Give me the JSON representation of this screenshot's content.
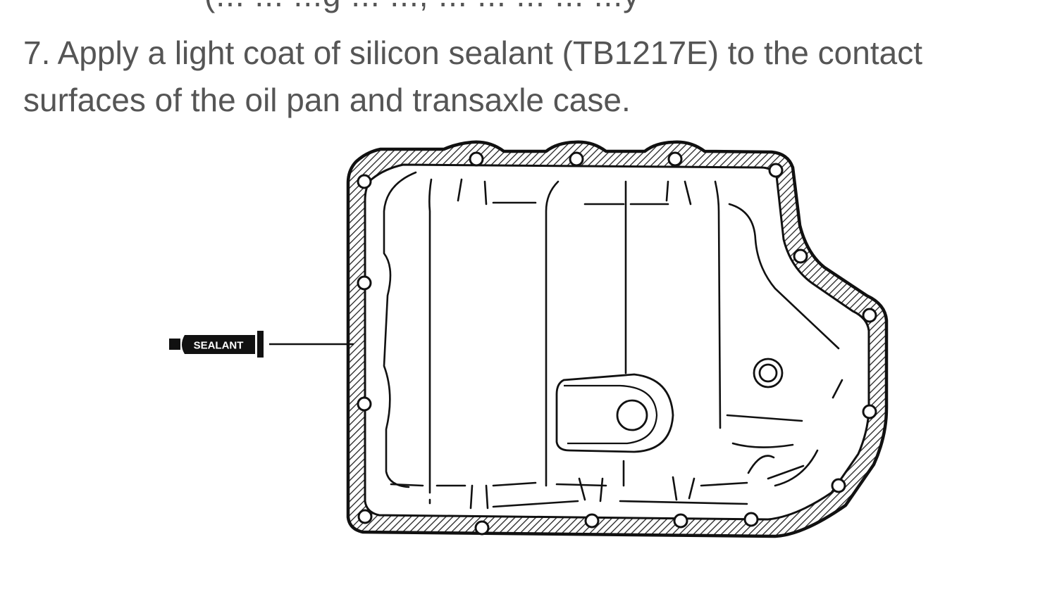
{
  "prev_line_fragment": "(... ... ...g ... ..., ... ... ... ... ...y",
  "step": {
    "number": "7.",
    "text": "Apply a light coat of silicon sealant (TB1217E) to the contact surfaces of the oil pan and transaxle case."
  },
  "illustration": {
    "sealant_tube_label": "SEALANT"
  }
}
